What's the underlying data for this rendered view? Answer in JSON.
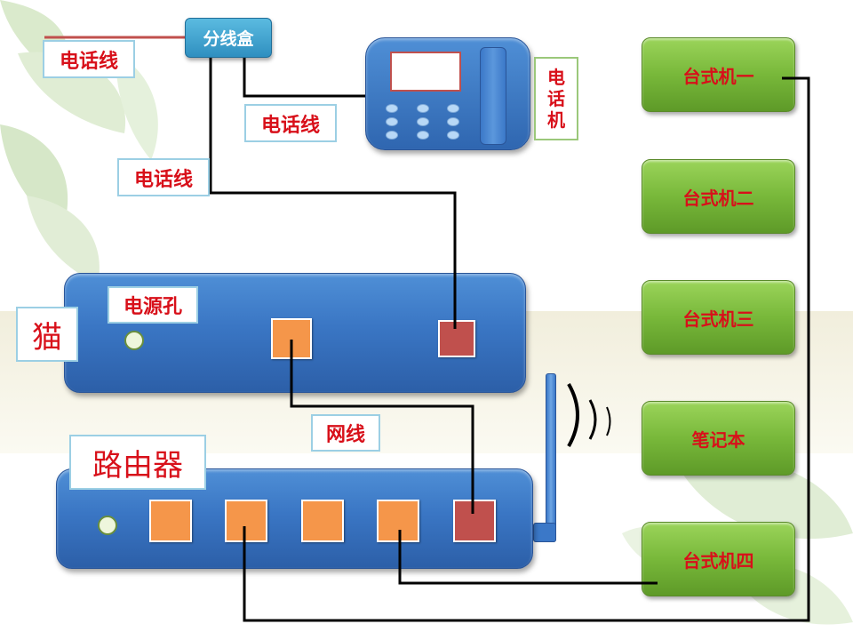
{
  "labels": {
    "phone_line_left": "电话线",
    "splitter": "分线盒",
    "phone_line_mid": "电话线",
    "phone_line_down": "电话线",
    "telephone": [
      "电",
      "话",
      "机"
    ],
    "modem": "猫",
    "modem_power": "电源孔",
    "network_cable": "网线",
    "router": "路由器"
  },
  "computers": [
    "台式机一",
    "台式机二",
    "台式机三",
    "笔记本",
    "台式机四"
  ],
  "colors": {
    "device_blue": "#3a76c4",
    "port_orange": "#f5964a",
    "port_red": "#c0504d",
    "pc_green": "#78b83a",
    "label_red": "#d8101a",
    "wire": "#000000",
    "incoming_line": "#c0504d"
  }
}
